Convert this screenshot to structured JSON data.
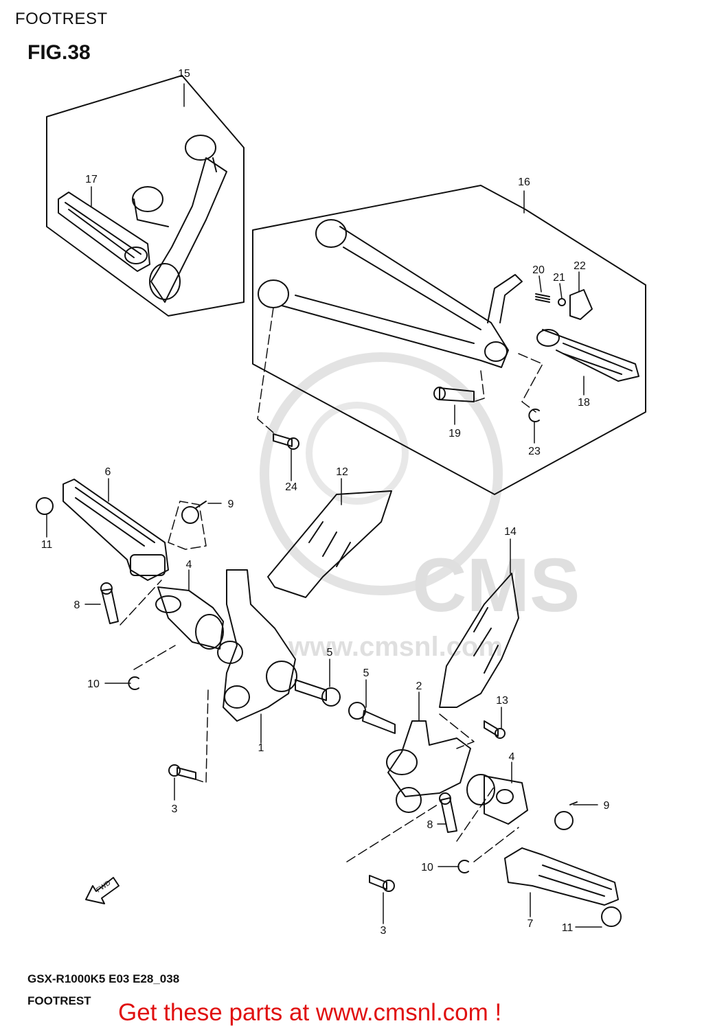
{
  "header": {
    "title": "FOOTREST"
  },
  "figure": {
    "label": "FIG.38",
    "watermark": {
      "text": "CMS",
      "url": "www.cmsnl.com"
    },
    "fwd_label": "FWD",
    "callouts": [
      {
        "id": "15",
        "label": "15"
      },
      {
        "id": "17",
        "label": "17"
      },
      {
        "id": "16",
        "label": "16"
      },
      {
        "id": "20",
        "label": "20"
      },
      {
        "id": "21",
        "label": "21"
      },
      {
        "id": "22",
        "label": "22"
      },
      {
        "id": "18",
        "label": "18"
      },
      {
        "id": "19",
        "label": "19"
      },
      {
        "id": "23",
        "label": "23"
      },
      {
        "id": "24",
        "label": "24"
      },
      {
        "id": "6",
        "label": "6"
      },
      {
        "id": "9a",
        "label": "9"
      },
      {
        "id": "11a",
        "label": "11"
      },
      {
        "id": "12",
        "label": "12"
      },
      {
        "id": "14",
        "label": "14"
      },
      {
        "id": "4a",
        "label": "4"
      },
      {
        "id": "8a",
        "label": "8"
      },
      {
        "id": "5a",
        "label": "5"
      },
      {
        "id": "5b",
        "label": "5"
      },
      {
        "id": "10a",
        "label": "10"
      },
      {
        "id": "2",
        "label": "2"
      },
      {
        "id": "13",
        "label": "13"
      },
      {
        "id": "1",
        "label": "1"
      },
      {
        "id": "3a",
        "label": "3"
      },
      {
        "id": "4b",
        "label": "4"
      },
      {
        "id": "9b",
        "label": "9"
      },
      {
        "id": "8b",
        "label": "8"
      },
      {
        "id": "10b",
        "label": "10"
      },
      {
        "id": "3b",
        "label": "3"
      },
      {
        "id": "7",
        "label": "7"
      },
      {
        "id": "11b",
        "label": "11"
      }
    ]
  },
  "footer": {
    "model_code": "GSX-R1000K5 E03 E28_038",
    "title": "FOOTREST",
    "cta": "Get these parts at www.cmsnl.com !"
  }
}
